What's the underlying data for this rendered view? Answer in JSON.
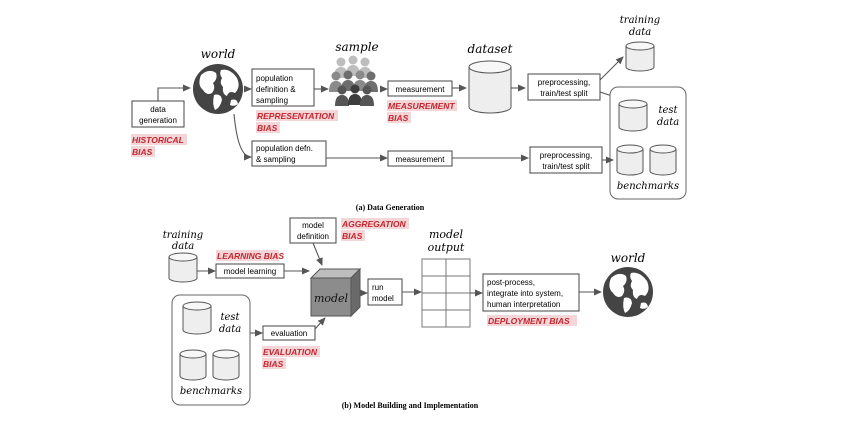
{
  "colors": {
    "bias_text": "#c3262e",
    "bias_highlight": "#f4d6d8",
    "ink": "#444444"
  },
  "section_a": {
    "world_label": "world",
    "sample_label": "sample",
    "dataset_label": "dataset",
    "training_data_line1": "training",
    "training_data_line2": "data",
    "test_data_line1": "test",
    "test_data_line2": "data",
    "benchmarks_label": "benchmarks",
    "data_generation_line1": "data",
    "data_generation_line2": "generation",
    "population_line1": "population",
    "population_line2": "definition &",
    "population_line3": "sampling",
    "measurement_top": "measurement",
    "preprocess_top_line1": "preprocessing,",
    "preprocess_top_line2": "train/test split",
    "population_defn_line1": "population defn.",
    "population_defn_line2": "& sampling",
    "measurement_bottom": "measurement",
    "preprocess_bottom_line1": "preprocessing,",
    "preprocess_bottom_line2": "train/test split",
    "historical_bias_line1": "HISTORICAL",
    "historical_bias_line2": "BIAS",
    "representation_bias_line1": "REPRESENTATION",
    "representation_bias_line2": "BIAS",
    "measurement_bias_line1": "MEASUREMENT",
    "measurement_bias_line2": "BIAS",
    "caption": "(a) Data Generation"
  },
  "section_b": {
    "training_data_line1": "training",
    "training_data_line2": "data",
    "learning_bias": "LEARNING BIAS",
    "model_learning": "model learning",
    "model_definition_line1": "model",
    "model_definition_line2": "definition",
    "aggregation_bias_line1": "AGGREGATION",
    "aggregation_bias_line2": "BIAS",
    "model_label": "model",
    "run_model_line1": "run",
    "run_model_line2": "model",
    "model_output_line1": "model",
    "model_output_line2": "output",
    "postprocess_line1": "post-process,",
    "postprocess_line2": "integrate into system,",
    "postprocess_line3": "human interpretation",
    "deployment_bias": "DEPLOYMENT BIAS",
    "world_label": "world",
    "test_data_line1": "test",
    "test_data_line2": "data",
    "benchmarks_label": "benchmarks",
    "evaluation": "evaluation",
    "evaluation_bias_line1": "EVALUATION",
    "evaluation_bias_line2": "BIAS",
    "caption": "(b) Model Building and Implementation"
  }
}
